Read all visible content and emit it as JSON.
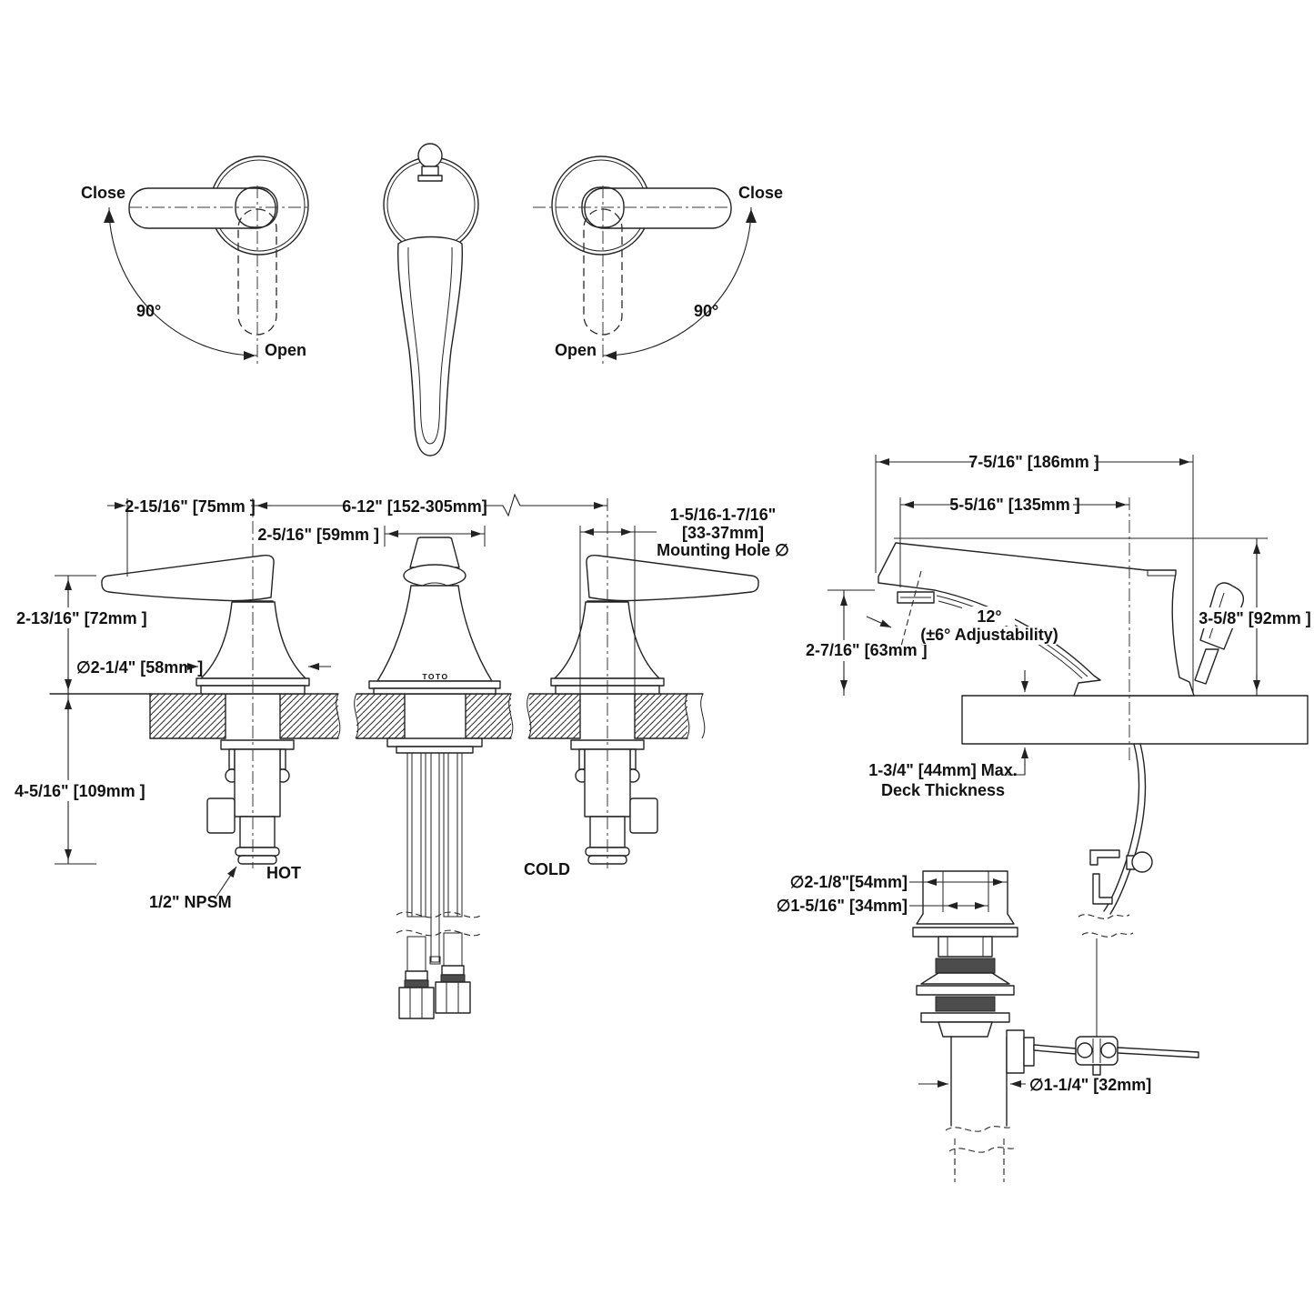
{
  "rotation_left": {
    "close": "Close",
    "angle": "90°",
    "open": "Open"
  },
  "rotation_right": {
    "close": "Close",
    "angle": "90°",
    "open": "Open"
  },
  "front_view": {
    "dim_handle_offset": "2-15/16\" [75mm ]",
    "dim_handle_spacing": "6-12\" [152-305mm]",
    "dim_spout_width": "2-5/16\" [59mm ]",
    "mounting_hole_line1": "1-5/16-1-7/16\"",
    "mounting_hole_line2": "[33-37mm]",
    "mounting_hole_line3": "Mounting Hole  ∅",
    "dim_handle_height": "2-13/16\" [72mm ]",
    "dim_base_diameter": "∅2-1/4\" [58mm ]",
    "dim_below_deck": "4-5/16\" [109mm ]",
    "supply_thread": "1/2\" NPSM",
    "hot_label": "HOT",
    "cold_label": "COLD",
    "brand": "TOTO"
  },
  "side_view": {
    "dim_overall_length": "7-5/16\" [186mm ]",
    "dim_spout_reach": "5-5/16\" [135mm ]",
    "spout_angle": "12°",
    "spout_adjustability": "(±6° Adjustability)",
    "dim_spout_height": "2-7/16\" [63mm ]",
    "dim_overall_height": "3-5/8\" [92mm ]",
    "deck_thickness_line1": "1-3/4\" [44mm] Max.",
    "deck_thickness_line2": "Deck Thickness"
  },
  "drain": {
    "dim_flange": "∅2-1/8\"[54mm]",
    "dim_inner": "∅1-5/16\" [34mm]",
    "dim_tailpiece": "∅1-1/4\" [32mm]"
  },
  "colors": {
    "line": "#232323",
    "text": "#121212",
    "background": "#ffffff"
  }
}
